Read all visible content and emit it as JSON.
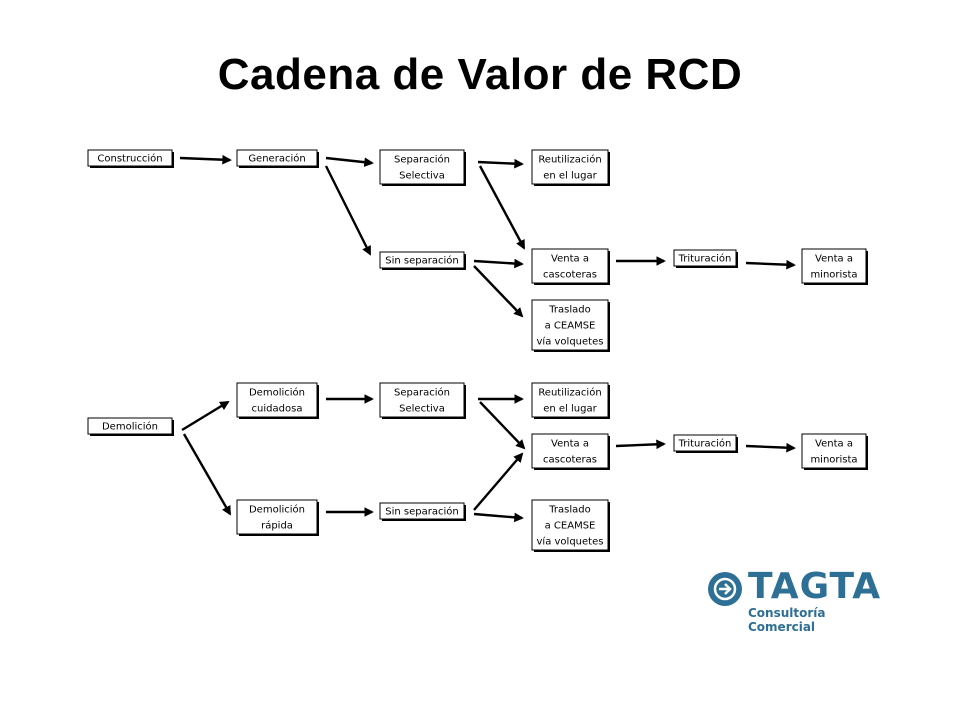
{
  "slide": {
    "title": "Cadena de Valor de RCD"
  },
  "diagram": {
    "top_flow": {
      "construccion": [
        "Construcción"
      ],
      "generacion": [
        "Generación"
      ],
      "separacion_selectiva": [
        "Separación",
        "Selectiva"
      ],
      "sin_separacion": [
        "Sin separación"
      ],
      "reutilizacion": [
        "Reutilización",
        "en el lugar"
      ],
      "venta_cascoteras": [
        "Venta a",
        "cascoteras"
      ],
      "traslado": [
        "Traslado",
        "a CEAMSE",
        "vía volquetes"
      ],
      "trituracion": [
        "Trituración"
      ],
      "venta_minorista": [
        "Venta a",
        "minorista"
      ]
    },
    "bottom_flow": {
      "demolicion": [
        "Demolición"
      ],
      "demolicion_cuidadosa": [
        "Demolición",
        "cuidadosa"
      ],
      "demolicion_rapida": [
        "Demolición",
        "rápida"
      ],
      "separacion_selectiva": [
        "Separación",
        "Selectiva"
      ],
      "sin_separacion": [
        "Sin separación"
      ],
      "reutilizacion": [
        "Reutilización",
        "en el lugar"
      ],
      "venta_cascoteras": [
        "Venta a",
        "cascoteras"
      ],
      "traslado": [
        "Traslado",
        "a CEAMSE",
        "vía volquetes"
      ],
      "trituracion": [
        "Trituración"
      ],
      "venta_minorista": [
        "Venta a",
        "minorista"
      ]
    }
  },
  "logo": {
    "brand": "TAGTA",
    "tagline": "Consultoría Comercial",
    "color": "#2e6f96"
  }
}
